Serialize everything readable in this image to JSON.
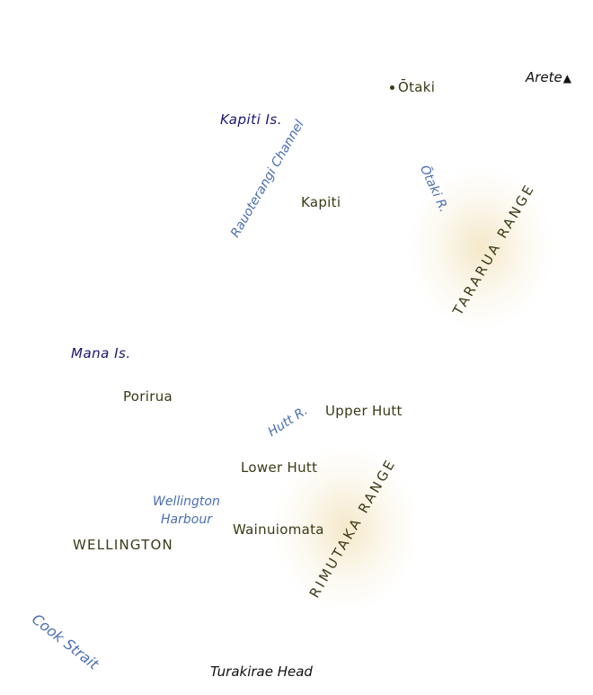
{
  "map": {
    "places": {
      "otaki": "Ōtaki",
      "kapiti": "Kapiti",
      "porirua": "Porirua",
      "upper_hutt": "Upper Hutt",
      "lower_hutt": "Lower Hutt",
      "wainuiomata": "Wainuiomata",
      "wellington": "WELLINGTON"
    },
    "islands": {
      "kapiti_is": "Kapiti Is.",
      "mana_is": "Mana Is."
    },
    "water": {
      "rauoterangi_channel": "Rauoterangi Channel",
      "otaki_river": "Ōtaki R.",
      "hutt_river": "Hutt R.",
      "wellington_harbour_line1": "Wellington",
      "wellington_harbour_line2": "Harbour",
      "cook_strait": "Cook Strait"
    },
    "ranges": {
      "tararua": "TARARUA RANGE",
      "rimutaka": "RIMUTAKA RANGE"
    },
    "features": {
      "arete": "Arete",
      "arete_symbol": "▲",
      "turakirae_head": "Turakirae Head"
    },
    "colors": {
      "town": "#3a3a16",
      "water": "#4a6fb0",
      "island": "#1b1570",
      "range_glow": "#ecd6a0"
    }
  }
}
